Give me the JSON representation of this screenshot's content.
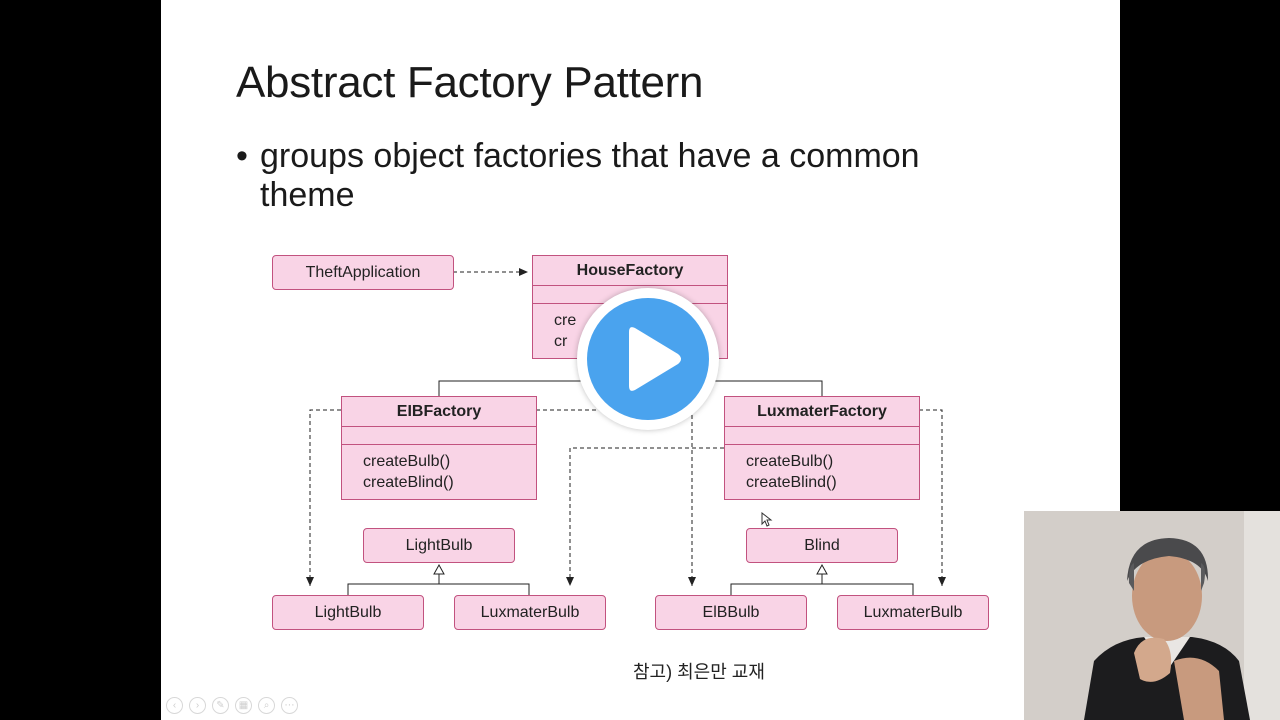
{
  "slide": {
    "title": "Abstract Factory Pattern",
    "bullet_symbol": "•",
    "bullet_text": "groups object factories that have a common theme",
    "reference_note": "참고) 최은만 교재"
  },
  "diagram": {
    "theft_application": "TheftApplication",
    "house_factory": {
      "name": "HouseFactory",
      "ops": [
        "cre",
        "cr"
      ]
    },
    "eib_factory": {
      "name": "EIBFactory",
      "ops": [
        "createBulb()",
        "createBlind()"
      ]
    },
    "luxmater_factory": {
      "name": "LuxmaterFactory",
      "ops": [
        "createBulb()",
        "createBlind()"
      ]
    },
    "light_bulb_abstract": "LightBulb",
    "blind_abstract": "Blind",
    "light_bulb": "LightBulb",
    "luxmater_bulb_1": "LuxmaterBulb",
    "eib_bulb": "ElBBulb",
    "luxmater_bulb_2": "LuxmaterBulb"
  },
  "colors": {
    "box_fill": "#f9d4e6",
    "box_border": "#c2527f",
    "play_blue": "#4aa3ee"
  },
  "icons": [
    "play-icon",
    "mouse-cursor-icon"
  ]
}
